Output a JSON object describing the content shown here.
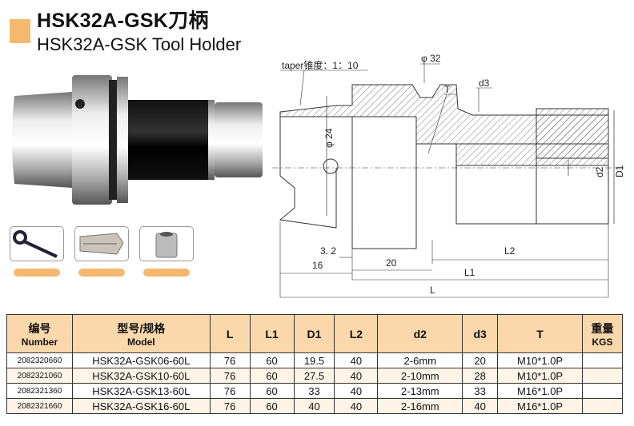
{
  "title_cn": "HSK32A-GSK刀柄",
  "title_en": "HSK32A-GSK Tool Holder",
  "accessories": [
    "wrench",
    "collet",
    "nut"
  ],
  "drawing": {
    "taper": "taper锥度：1：10",
    "phi32": "φ 32",
    "phi24": "φ 24",
    "T": "T",
    "d3": "d3",
    "d2": "d2",
    "D1": "D1",
    "dim_3_2": "3. 2",
    "dim_16": "16",
    "dim_20": "20",
    "L2": "L2",
    "L1": "L1",
    "L": "L"
  },
  "table": {
    "headers": [
      {
        "cn": "编号",
        "en": "Number"
      },
      {
        "cn": "型号/规格",
        "en": "Model"
      },
      {
        "cn": "L"
      },
      {
        "cn": "L1"
      },
      {
        "cn": "D1"
      },
      {
        "cn": "L2"
      },
      {
        "cn": "d2"
      },
      {
        "cn": "d3"
      },
      {
        "cn": "T"
      },
      {
        "cn": "重量",
        "en": "KGS"
      }
    ],
    "rows": [
      [
        "2082320660",
        "HSK32A-GSK06-60L",
        "76",
        "60",
        "19.5",
        "40",
        "2-6mm",
        "20",
        "M10*1.0P",
        ""
      ],
      [
        "2082321060",
        "HSK32A-GSK10-60L",
        "76",
        "60",
        "27.5",
        "40",
        "2-10mm",
        "28",
        "M10*1.0P",
        ""
      ],
      [
        "2082321360",
        "HSK32A-GSK13-60L",
        "76",
        "60",
        "33",
        "40",
        "2-13mm",
        "33",
        "M16*1.0P",
        ""
      ],
      [
        "2082321660",
        "HSK32A-GSK16-60L",
        "76",
        "60",
        "40",
        "40",
        "2-16mm",
        "40",
        "M16*1.0P",
        ""
      ]
    ]
  },
  "colors": {
    "accent": "#f4b96e",
    "header_bg": "#fbd8ab"
  }
}
